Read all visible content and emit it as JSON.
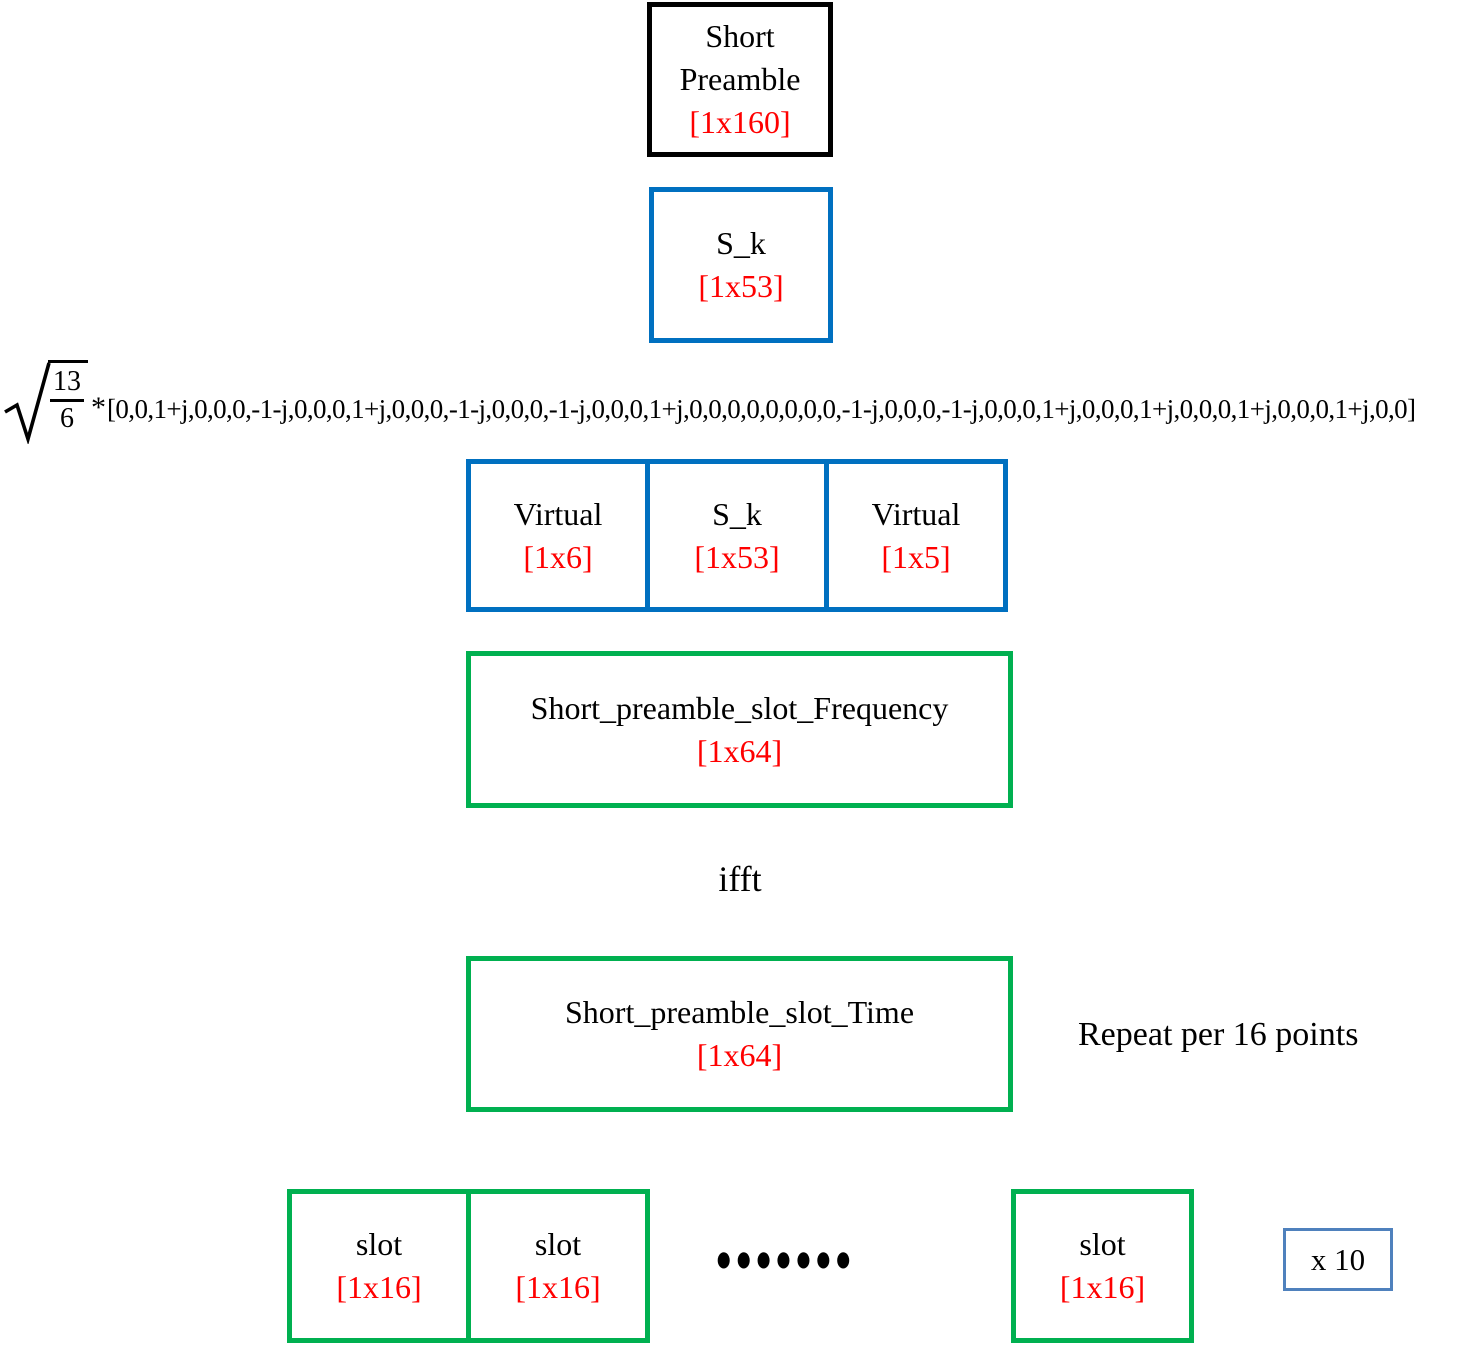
{
  "colors": {
    "box_black": "#000000",
    "box_blue": "#0070C0",
    "box_green": "#00B050",
    "dim_red": "#FF0000",
    "multiplier_border": "#4F81BD"
  },
  "top_box": {
    "label": "Short Preamble",
    "dim": "[1x160]"
  },
  "sk_box": {
    "label": "S_k",
    "dim": "[1x53]"
  },
  "formula": {
    "radicand_numerator": "13",
    "radicand_denominator": "6",
    "operator": "*",
    "sequence": "[0,0,1+j,0,0,0,-1-j,0,0,0,1+j,0,0,0,-1-j,0,0,0,-1-j,0,0,0,1+j,0,0,0,0,0,0,0,0,-1-j,0,0,0,-1-j,0,0,0,1+j,0,0,0,1+j,0,0,0,1+j,0,0,0,1+j,0,0]"
  },
  "subcarrier_row": [
    {
      "label": "Virtual",
      "dim": "[1x6]"
    },
    {
      "label": "S_k",
      "dim": "[1x53]"
    },
    {
      "label": "Virtual",
      "dim": "[1x5]"
    }
  ],
  "frequency_box": {
    "label": "Short_preamble_slot_Frequency",
    "dim": "[1x64]"
  },
  "ifft_label": "ifft",
  "time_box": {
    "label": "Short_preamble_slot_Time",
    "dim": "[1x64]"
  },
  "repeat_note": "Repeat per 16 points",
  "slot_row": {
    "slot1": {
      "label": "slot",
      "dim": "[1x16]"
    },
    "slot2": {
      "label": "slot",
      "dim": "[1x16]"
    },
    "slot3": {
      "label": "slot",
      "dim": "[1x16]"
    },
    "dots": "●●●●●●●"
  },
  "multiplier_box": {
    "label": "x 10"
  }
}
